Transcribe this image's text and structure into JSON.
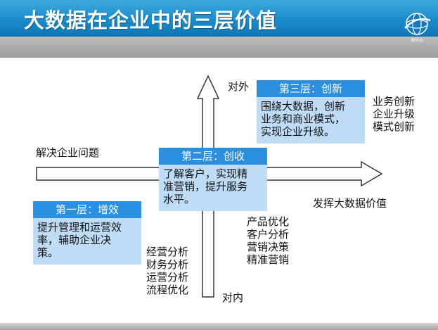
{
  "slide": {
    "title": "大数据在企业中的三层价值",
    "logo_text": "海华云"
  },
  "axes": {
    "up_label": "对外",
    "down_label": "对内",
    "left_label": "解决企业问题",
    "right_label": "发挥大数据价值"
  },
  "layers": {
    "third": {
      "title": "第三层：创新",
      "lines": [
        "围绕大数据，创新",
        "业务和商业模式，",
        "实现企业升级。"
      ],
      "side_items": [
        "业务创新",
        "企业升级",
        "模式创新"
      ]
    },
    "second": {
      "title": "第二层：创收",
      "lines": [
        "了解客户，实现精",
        "准营销，提升服务",
        "水平。"
      ],
      "side_items": [
        "产品优化",
        "客户分析",
        "营销决策",
        "精准营销"
      ]
    },
    "first": {
      "title": "第一层：增效",
      "lines": [
        "提升管理和运营效",
        "率，辅助企业决",
        "策。"
      ],
      "side_items": [
        "经营分析",
        "财务分析",
        "运营分析",
        "流程优化"
      ]
    }
  },
  "colors": {
    "header": "#1b8ccb",
    "box_head": "#2b8fe0",
    "box_body": "#bfdcf7"
  }
}
